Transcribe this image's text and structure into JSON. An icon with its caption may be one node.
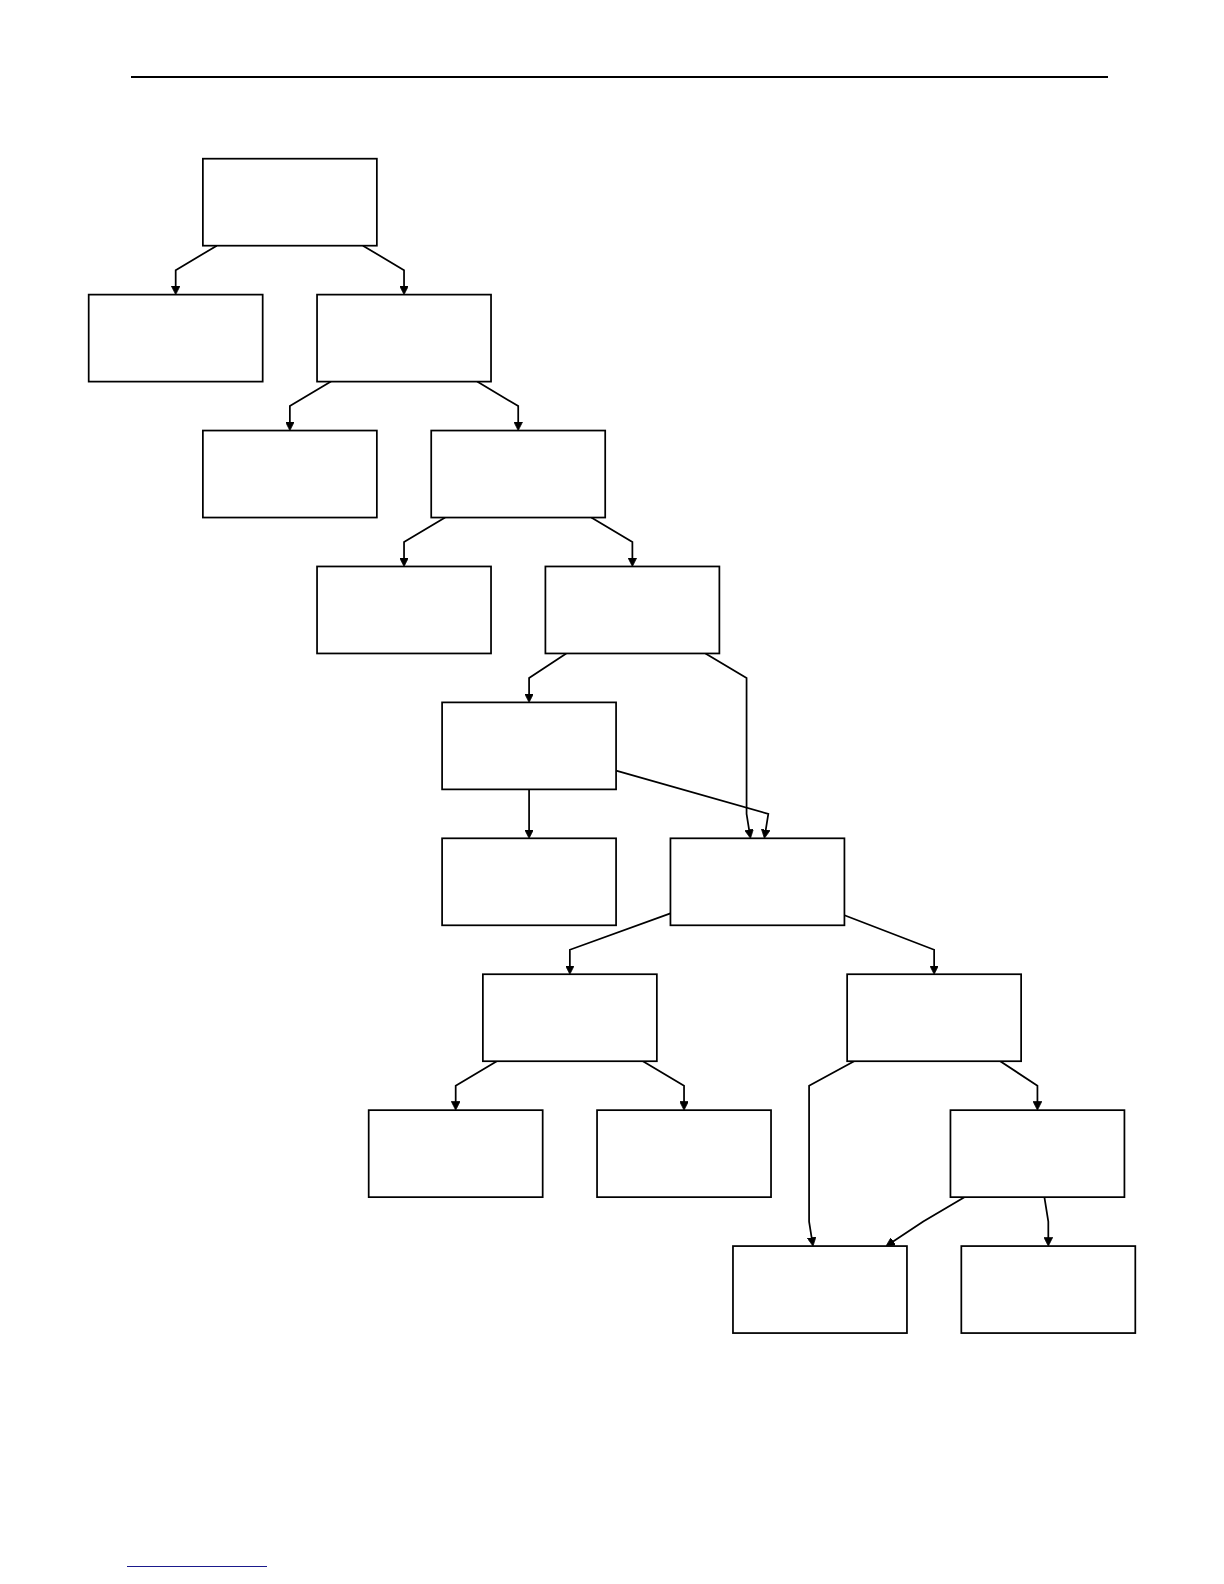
{
  "diagram": {
    "nodes": [
      {
        "text": [],
        "shape": "box"
      },
      {
        "text": [],
        "shape": "box"
      },
      {
        "text": [],
        "shape": "box"
      },
      {
        "text": [],
        "shape": "box"
      },
      {
        "text": [],
        "shape": "box"
      },
      {
        "text": [],
        "shape": "box"
      },
      {
        "text": [],
        "shape": "box"
      },
      {
        "text": [],
        "shape": "box"
      },
      {
        "text": [],
        "shape": "box"
      },
      {
        "text": [],
        "shape": "box"
      },
      {
        "text": [],
        "shape": "box"
      },
      {
        "text": [],
        "shape": "box"
      },
      {
        "text": [],
        "shape": "box"
      },
      {
        "text": [],
        "shape": "box"
      },
      {
        "text": [],
        "shape": "box"
      },
      {
        "text": [],
        "shape": "box"
      },
      {
        "text": [],
        "shape": "box"
      }
    ],
    "edges": [
      {
        "from": 0,
        "to": 2,
        "arrow": "to"
      },
      {
        "from": 0,
        "to": 1,
        "arrow": "to"
      },
      {
        "from": 2,
        "to": 4,
        "arrow": "to"
      },
      {
        "from": 2,
        "to": 3,
        "arrow": "to"
      },
      {
        "from": 4,
        "to": 6,
        "arrow": "to"
      },
      {
        "from": 4,
        "to": 5,
        "arrow": "to"
      },
      {
        "from": 6,
        "to": 9,
        "arrow": "to"
      },
      {
        "from": 6,
        "to": 7,
        "arrow": "to"
      },
      {
        "from": 7,
        "to": 9,
        "arrow": "to"
      },
      {
        "from": 7,
        "to": 8,
        "arrow": "to"
      },
      {
        "from": 9,
        "to": 12,
        "arrow": "to"
      },
      {
        "from": 9,
        "to": 10,
        "arrow": "to"
      },
      {
        "from": 10,
        "to": 13,
        "arrow": "to"
      },
      {
        "from": 10,
        "to": 11,
        "arrow": "to"
      },
      {
        "from": 12,
        "to": 15,
        "arrow": "to"
      },
      {
        "from": 12,
        "to": 14,
        "arrow": "to"
      },
      {
        "from": 14,
        "to": 16,
        "arrow": "to"
      },
      {
        "from": 14,
        "to": 15,
        "arrow": "to"
      }
    ]
  }
}
